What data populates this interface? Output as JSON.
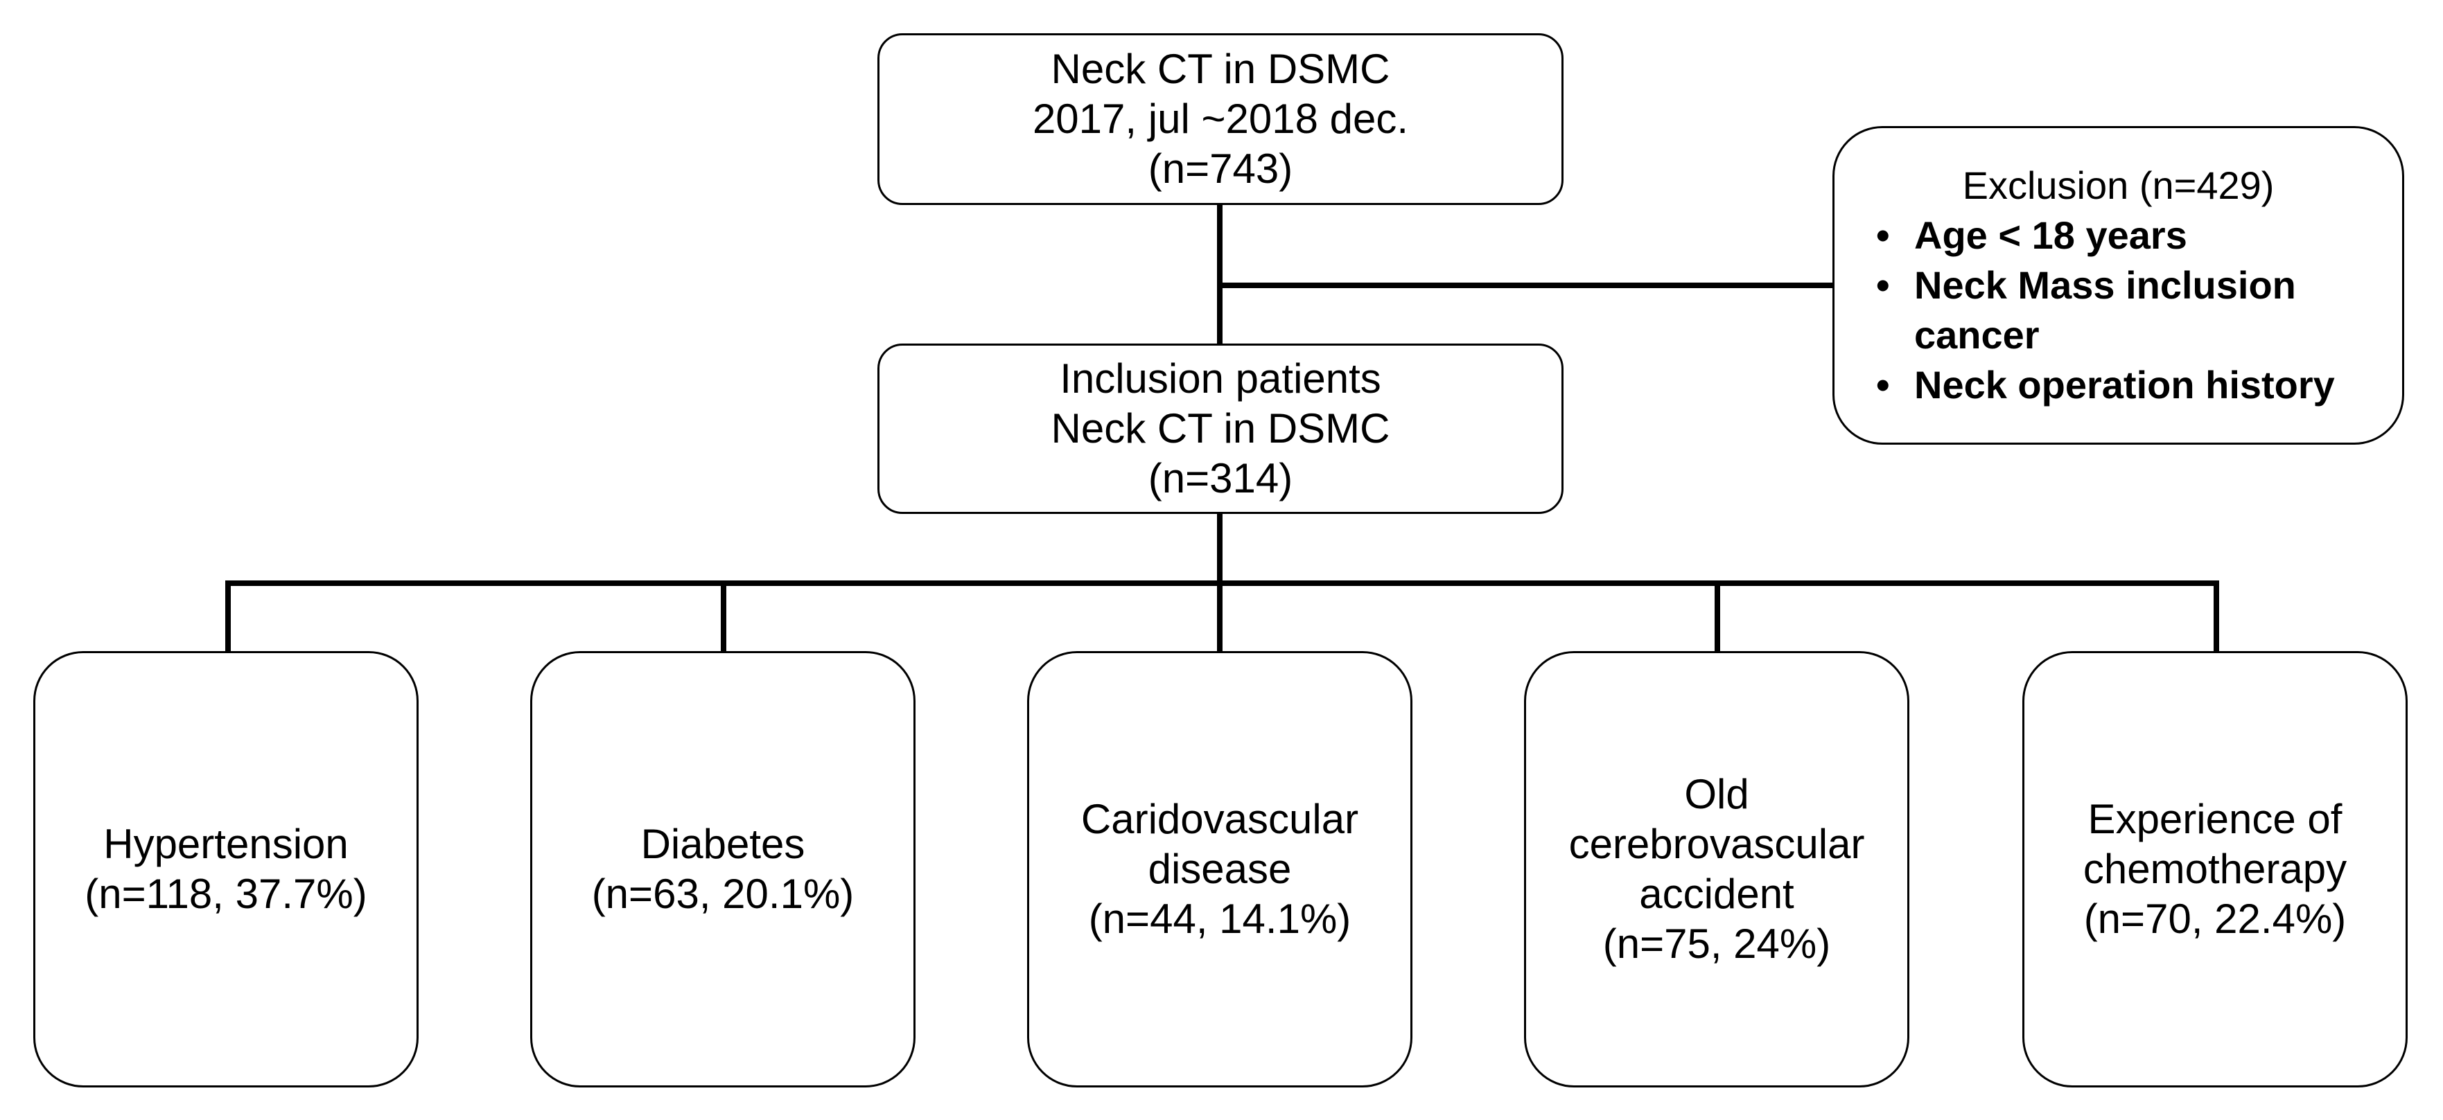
{
  "nodes": {
    "source": {
      "lines": [
        "Neck CT in DSMC",
        "2017, jul ~2018 dec.",
        "(n=743)"
      ]
    },
    "inclusion": {
      "lines": [
        "Inclusion patients",
        "Neck CT in DSMC",
        "(n=314)"
      ]
    },
    "exclusion": {
      "title": "Exclusion (n=429)",
      "items": [
        {
          "bullet": "•",
          "lines": [
            "Age < 18 years"
          ]
        },
        {
          "bullet": "•",
          "lines": [
            "Neck Mass inclusion",
            "cancer"
          ]
        },
        {
          "bullet": "•",
          "lines": [
            "Neck operation history"
          ]
        }
      ]
    },
    "conditions": [
      {
        "lines": [
          "Hypertension",
          "(n=118, 37.7%)"
        ]
      },
      {
        "lines": [
          "Diabetes",
          "(n=63, 20.1%)"
        ]
      },
      {
        "lines": [
          "Caridovascular",
          "disease",
          "(n=44, 14.1%)"
        ]
      },
      {
        "lines": [
          "Old",
          "cerebrovascular",
          "accident",
          "(n=75, 24%)"
        ]
      },
      {
        "lines": [
          "Experience of",
          "chemotherapy",
          "(n=70, 22.4%)"
        ]
      }
    ]
  },
  "colors": {
    "stroke": "#000000",
    "fill": "#ffffff",
    "text": "#000000"
  }
}
